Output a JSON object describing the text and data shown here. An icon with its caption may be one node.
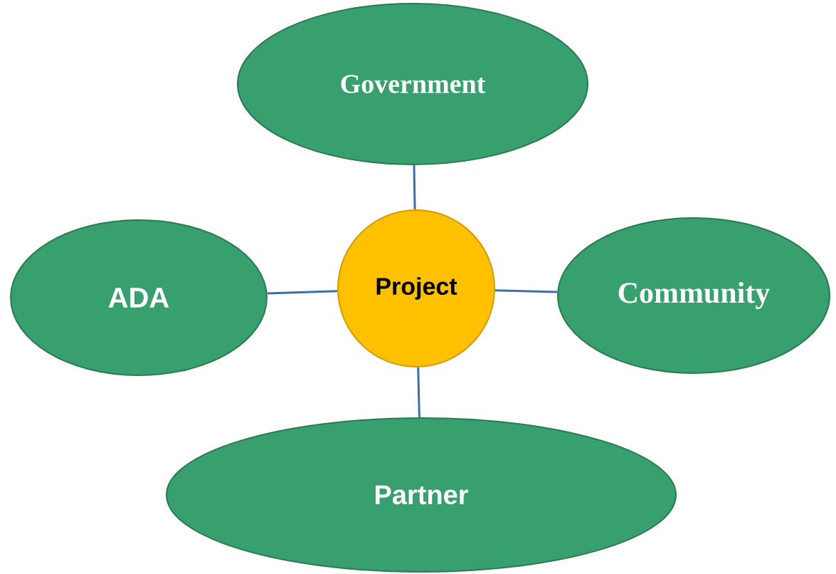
{
  "diagram": {
    "nodes": [
      {
        "text": [
          "Government"
        ]
      },
      {
        "text": [
          "ADA"
        ]
      },
      {
        "text": [
          "Project"
        ]
      },
      {
        "text": [
          "Community"
        ]
      },
      {
        "text": [
          "Partner"
        ]
      }
    ],
    "edges": [
      {
        "from": 2,
        "to": 0,
        "arrow": "none"
      },
      {
        "from": 2,
        "to": 1,
        "arrow": "none"
      },
      {
        "from": 2,
        "to": 3,
        "arrow": "none"
      },
      {
        "from": 2,
        "to": 4,
        "arrow": "none"
      }
    ]
  }
}
